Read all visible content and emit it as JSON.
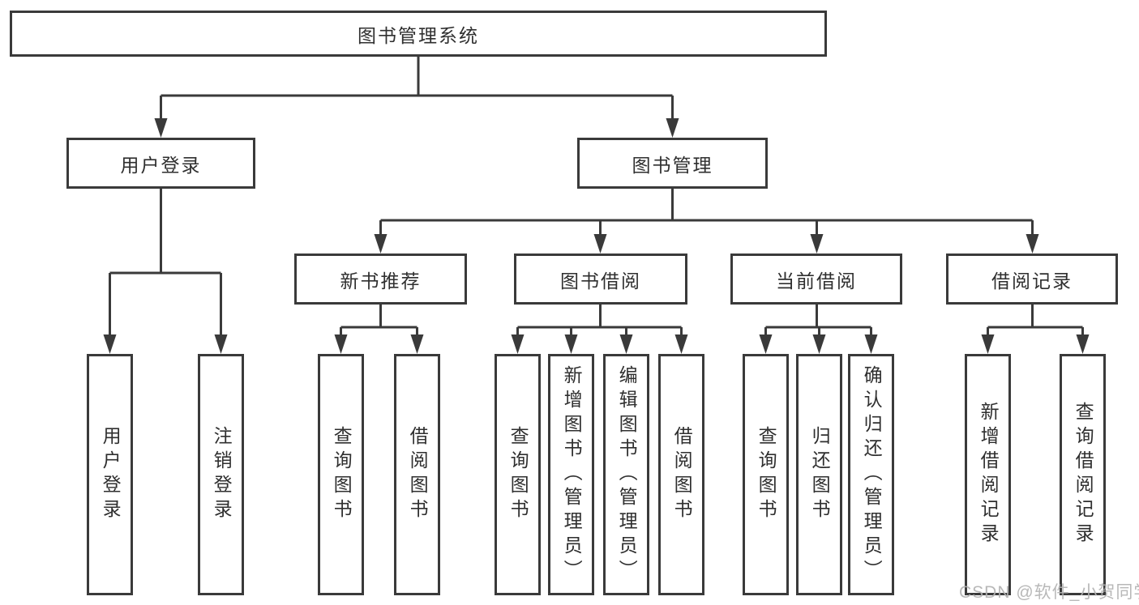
{
  "tree": {
    "root": {
      "label": "图书管理系统",
      "children": [
        {
          "label": "用户登录",
          "children": [
            {
              "label": "用户登录"
            },
            {
              "label": "注销登录"
            }
          ]
        },
        {
          "label": "图书管理",
          "children": [
            {
              "label": "新书推荐",
              "children": [
                {
                  "label": "查询图书"
                },
                {
                  "label": "借阅图书"
                }
              ]
            },
            {
              "label": "图书借阅",
              "children": [
                {
                  "label": "查询图书"
                },
                {
                  "label": "新增图书（管理员）"
                },
                {
                  "label": "编辑图书（管理员）"
                },
                {
                  "label": "借阅图书"
                }
              ]
            },
            {
              "label": "当前借阅",
              "children": [
                {
                  "label": "查询图书"
                },
                {
                  "label": "归还图书"
                },
                {
                  "label": "确认归还（管理员）"
                }
              ]
            },
            {
              "label": "借阅记录",
              "children": [
                {
                  "label": "新增借阅记录"
                },
                {
                  "label": "查询借阅记录"
                }
              ]
            }
          ]
        }
      ]
    }
  },
  "watermark": {
    "text": "CSDN @软件_小贺同学"
  },
  "colors": {
    "line": "#3a3a3a",
    "text": "#2f2f2f",
    "watermark": "#b2b2b2",
    "background": "#ffffff"
  }
}
